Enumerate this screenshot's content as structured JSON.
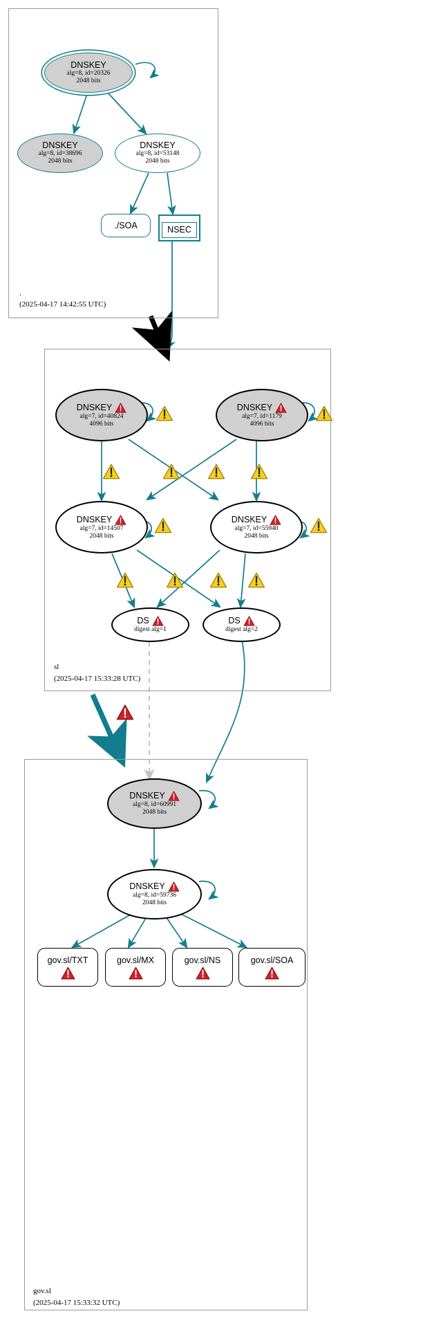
{
  "diagram": {
    "type": "dnssec-authentication-chain",
    "accent_teal": "#127d8e",
    "warning_yellow": "#f5d020",
    "error_red": "#cc2229",
    "shaded_fill": "#d0d0d0",
    "zone_border": "#9a9a9a"
  },
  "zones": [
    {
      "id": "root",
      "name": ".",
      "timestamp": "(2025-04-17 14:42:55 UTC)"
    },
    {
      "id": "sl",
      "name": "sl",
      "timestamp": "(2025-04-17 15:33:28 UTC)"
    },
    {
      "id": "govsl",
      "name": "gov.sl",
      "timestamp": "(2025-04-17 15:33:32 UTC)"
    }
  ],
  "nodes": {
    "root_ksk": {
      "title": "DNSKEY",
      "line2": "alg=8, id=20326",
      "line3": "2048 bits",
      "status": "secure",
      "shaded": true,
      "double_border": true
    },
    "root_zsk_38696": {
      "title": "DNSKEY",
      "line2": "alg=8, id=38696",
      "line3": "2048 bits",
      "status": "secure",
      "shaded": true,
      "double_border": false
    },
    "root_zsk_53148": {
      "title": "DNSKEY",
      "line2": "alg=8, id=53148",
      "line3": "2048 bits",
      "status": "secure",
      "shaded": false,
      "double_border": false
    },
    "root_soa": {
      "title": "./SOA",
      "status": "secure"
    },
    "root_nsec": {
      "title": "NSEC",
      "status": "secure"
    },
    "sl_ksk_40824": {
      "title": "DNSKEY",
      "line2": "alg=7, id=40824",
      "line3": "4096 bits",
      "status": "error",
      "shaded": true
    },
    "sl_ksk_1179": {
      "title": "DNSKEY",
      "line2": "alg=7, id=1179",
      "line3": "4096 bits",
      "status": "error",
      "shaded": true
    },
    "sl_zsk_14507": {
      "title": "DNSKEY",
      "line2": "alg=7, id=14507",
      "line3": "2048 bits",
      "status": "error",
      "shaded": false
    },
    "sl_zsk_55940": {
      "title": "DNSKEY",
      "line2": "alg=7, id=55940",
      "line3": "2048 bits",
      "status": "error",
      "shaded": false
    },
    "sl_ds_1": {
      "title": "DS",
      "line2": "digest alg=1",
      "status": "error"
    },
    "sl_ds_2": {
      "title": "DS",
      "line2": "digest alg=2",
      "status": "error"
    },
    "govsl_ksk_60991": {
      "title": "DNSKEY",
      "line2": "alg=8, id=60991",
      "line3": "2048 bits",
      "status": "error",
      "shaded": true
    },
    "govsl_zsk_59736": {
      "title": "DNSKEY",
      "line2": "alg=8, id=59736",
      "line3": "2048 bits",
      "status": "error",
      "shaded": false
    },
    "govsl_txt": {
      "title": "gov.sl/TXT",
      "status": "error"
    },
    "govsl_mx": {
      "title": "gov.sl/MX",
      "status": "error"
    },
    "govsl_ns": {
      "title": "gov.sl/NS",
      "status": "error"
    },
    "govsl_soa": {
      "title": "gov.sl/SOA",
      "status": "error"
    }
  },
  "icons": {
    "warning": "warning-triangle-icon",
    "error": "error-triangle-icon"
  }
}
